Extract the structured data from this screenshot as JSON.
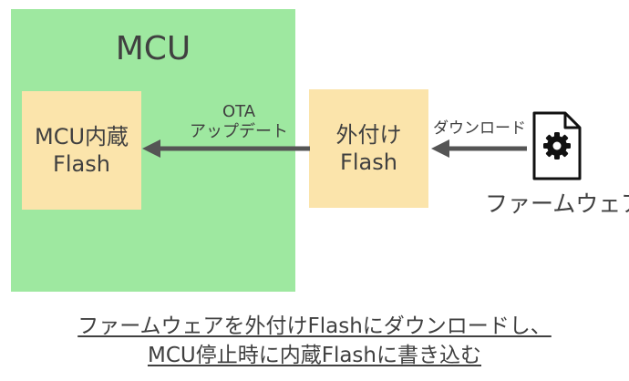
{
  "diagram": {
    "mcu_title": "MCU",
    "internal_flash": {
      "line1": "MCU内蔵",
      "line2": "Flash"
    },
    "external_flash": {
      "line1": "外付け",
      "line2": "Flash"
    },
    "ota_label": {
      "line1": "OTA",
      "line2": "アップデート"
    },
    "download_label": "ダウンロード",
    "firmware_label": "ファームウェア",
    "icon": "document-gear-icon"
  },
  "caption": {
    "line1": "ファームウェアを外付けFlashにダウンロードし、",
    "line2": "MCU停止時に内蔵Flashに書き込む"
  },
  "colors": {
    "mcu": "#9ee8a0",
    "flash": "#fbe4ab",
    "arrow": "#555555",
    "text": "#404040"
  }
}
